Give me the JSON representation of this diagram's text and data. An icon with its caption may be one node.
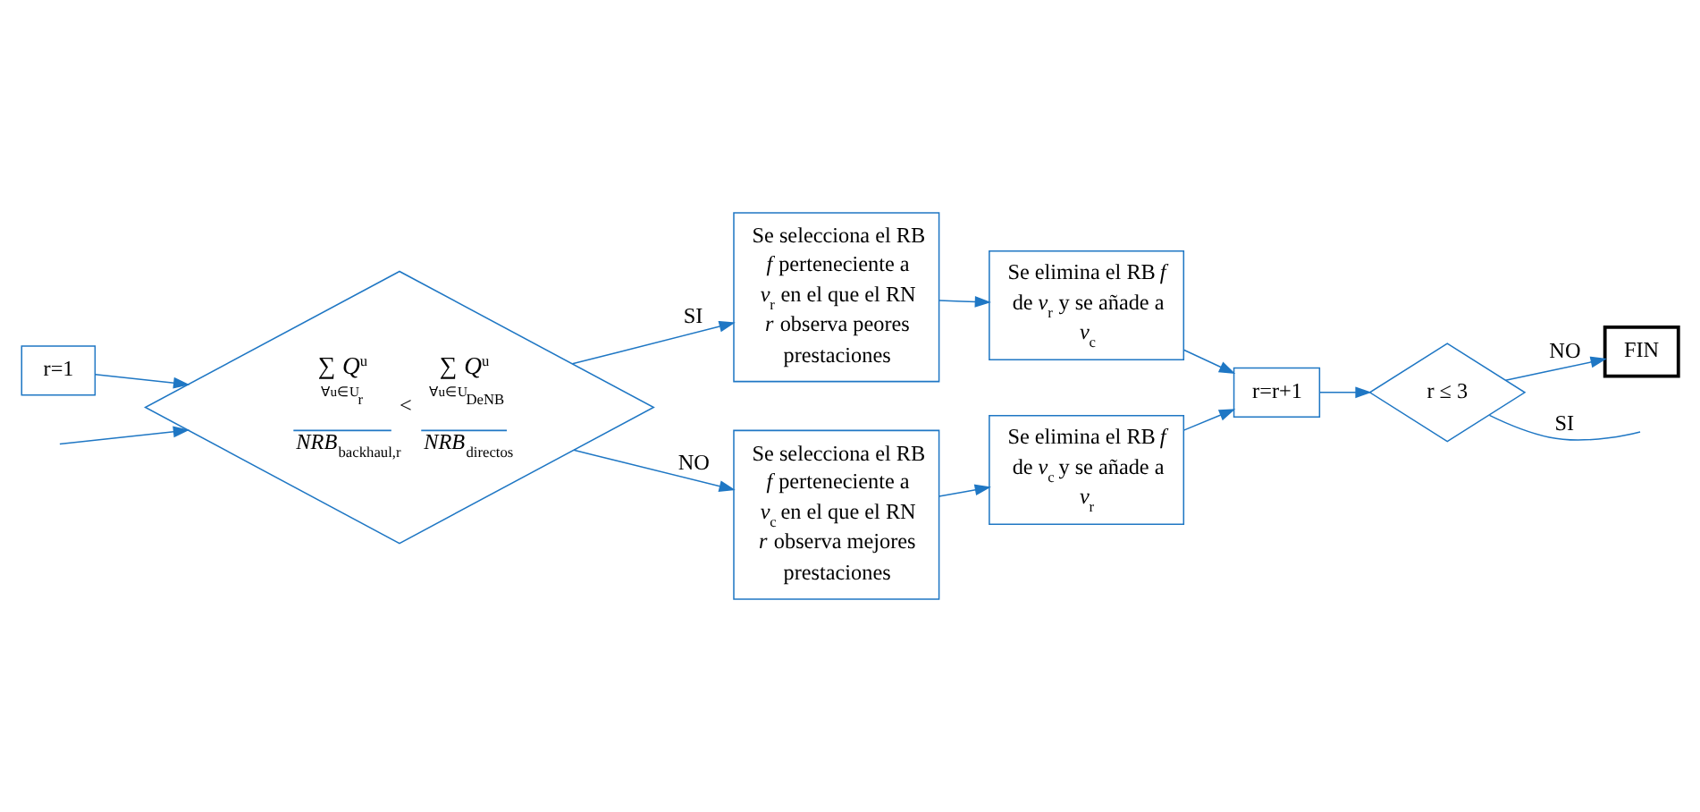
{
  "diagram": {
    "nodes": [
      {
        "text": [
          "r=1"
        ]
      },
      {
        "text": [
          "∑ *Q*$^{u}$",
          "∀u∈U$_{r}$",
          "*NRB*$_{backhaul,r}$",
          "<",
          "∑ *Q*$^{u}$",
          "∀u∈U$_{DeNB}$",
          "*NRB*$_{directos}$"
        ]
      },
      {
        "text": [
          "Se selecciona el RB *f* perteneciente a *v*$_{r}$ en el que el RN *r* observa peores prestaciones"
        ]
      },
      {
        "text": [
          "Se elimina el RB *f* de *v*$_{r}$ y se añade a *v*$_{c}$"
        ]
      },
      {
        "text": [
          "Se selecciona el RB *f* perteneciente a *v*$_{c}$ en el que el RN *r* observa mejores prestaciones"
        ]
      },
      {
        "text": [
          "Se elimina el RB *f* de *v*$_{c}$ y se añade a *v*$_{r}$"
        ]
      },
      {
        "text": [
          "r=r+1"
        ]
      },
      {
        "text": [
          "r ≤ 3"
        ]
      },
      {
        "text": [
          "FIN"
        ]
      }
    ],
    "edges": [
      {
        "from": 0,
        "to": 1,
        "arrow": "to"
      },
      {
        "from": 1,
        "to": 2,
        "label": "SI",
        "arrow": "to"
      },
      {
        "from": 2,
        "to": 3,
        "arrow": "to"
      },
      {
        "from": 1,
        "to": 4,
        "label": "NO",
        "arrow": "to"
      },
      {
        "from": 4,
        "to": 5,
        "arrow": "to"
      },
      {
        "from": 3,
        "to": 6,
        "arrow": "to"
      },
      {
        "from": 5,
        "to": 6,
        "arrow": "to"
      },
      {
        "from": 6,
        "to": 7,
        "arrow": "to"
      },
      {
        "from": 7,
        "to": 8,
        "label": "NO",
        "arrow": "to"
      },
      {
        "from": 7,
        "to": null,
        "label": "SI",
        "arrow": "none"
      },
      {
        "from": null,
        "to": 1,
        "arrow": "to"
      }
    ]
  }
}
